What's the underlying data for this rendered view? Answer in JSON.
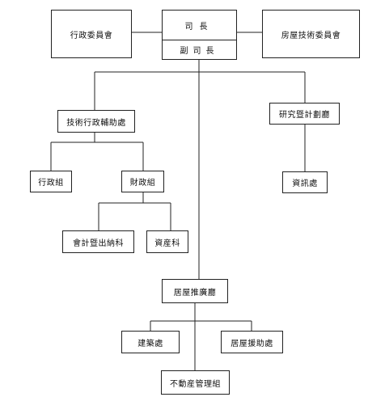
{
  "org_chart": {
    "director": {
      "top_label": "司長",
      "bottom_label": "副司長"
    },
    "executive_committee": "行政委員會",
    "housing_tech_committee": "房屋技術委員會",
    "tech_admin_support": "技術行政輔助處",
    "admin_group": "行政組",
    "finance_group": "財政組",
    "accounting": "會計暨出納科",
    "assets": "資産科",
    "research_planning": "研究暨計劃廳",
    "information": "資訊處",
    "housing_promotion": "居屋推廣廳",
    "construction": "建築處",
    "housing_assistance": "居屋援助處",
    "real_estate_mgmt": "不動産管理組"
  }
}
